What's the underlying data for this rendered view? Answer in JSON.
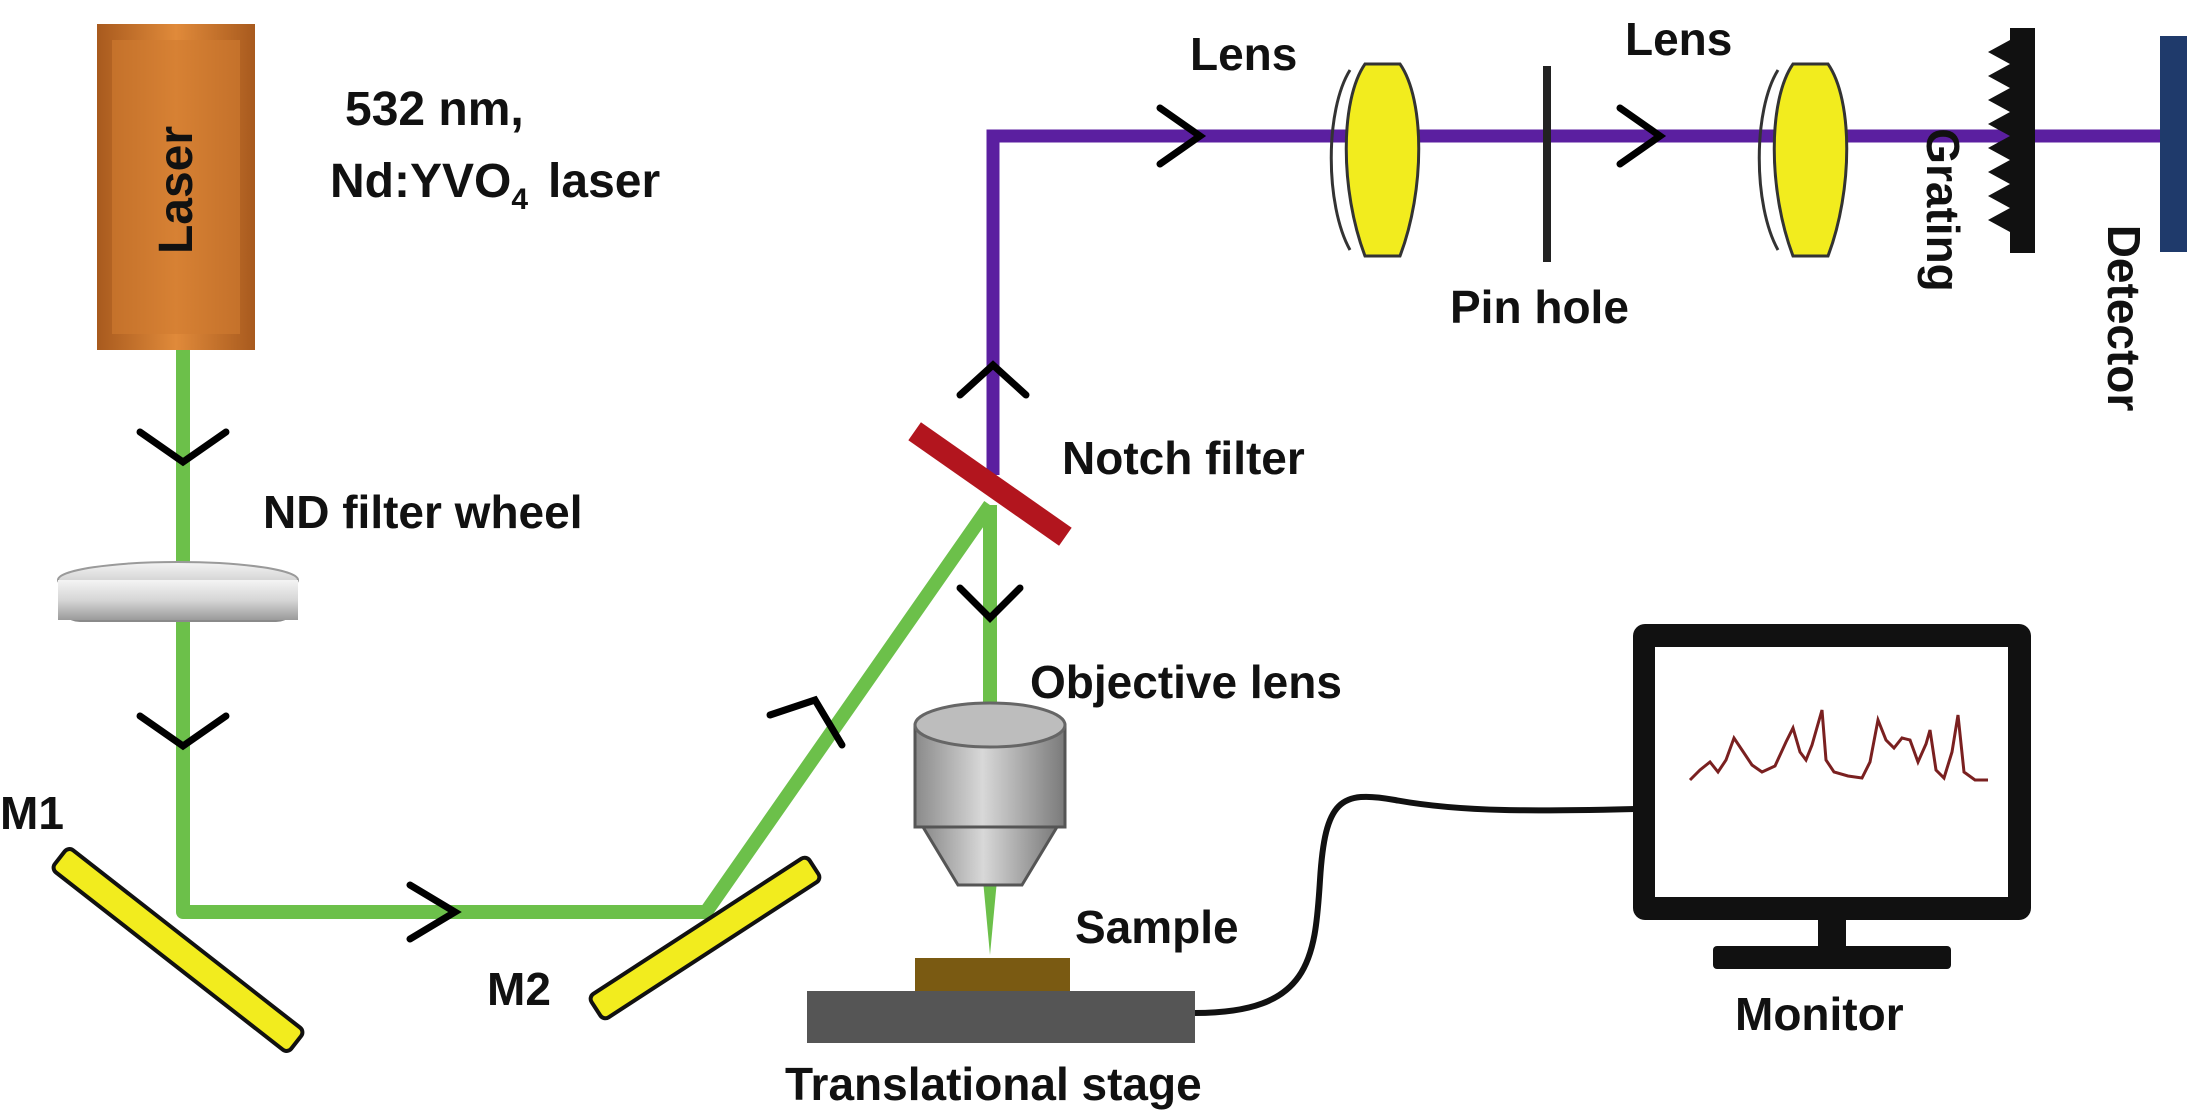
{
  "labels": {
    "laser": "Laser",
    "wavelength": "532 nm,",
    "laser_type_prefix": "Nd:YVO",
    "laser_type_sub": "4",
    "laser_type_suffix": "laser",
    "nd_filter": "ND filter wheel",
    "m1": "M1",
    "m2": "M2",
    "notch_filter": "Notch filter",
    "objective": "Objective lens",
    "sample": "Sample",
    "stage": "Translational stage",
    "lens1": "Lens",
    "pinhole": "Pin hole",
    "lens2": "Lens",
    "grating": "Grating",
    "detector": "Detector",
    "monitor": "Monitor"
  },
  "colors": {
    "excitation_beam": "#6cc04a",
    "scattered_beam": "#5b1fa0",
    "laser_body": "#c8742a",
    "mirror": "#f2ec1e",
    "lens": "#f2ec1e",
    "notch": "#b2151e",
    "sample": "#7a5a12",
    "stage": "#555555",
    "detector": "#1f3a6b",
    "monitor_frame": "#111111",
    "spectrum": "#7a2020"
  }
}
